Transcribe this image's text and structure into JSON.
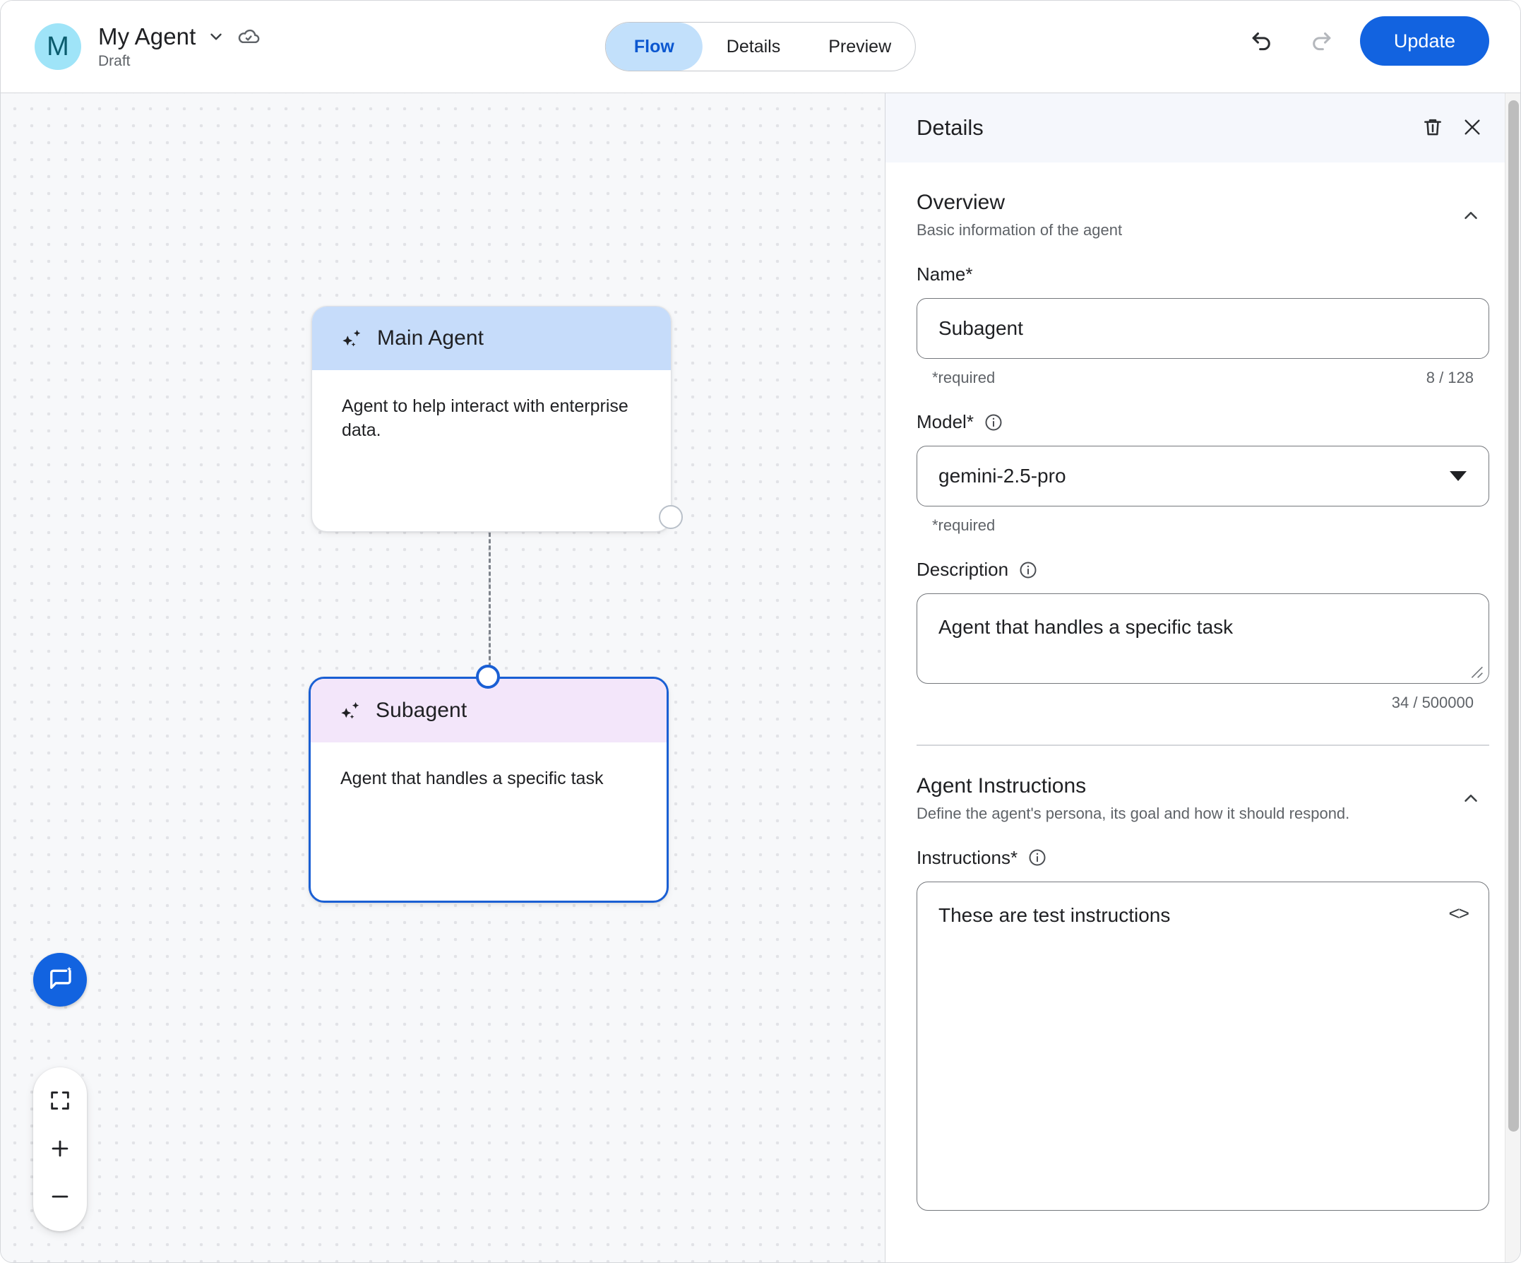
{
  "header": {
    "avatar_initial": "M",
    "agent_name": "My Agent",
    "status": "Draft",
    "dropdown_icon": "chevron-down-icon",
    "cloud_icon": "cloud-saved-icon",
    "tabs": [
      {
        "label": "Flow",
        "active": true
      },
      {
        "label": "Details",
        "active": false
      },
      {
        "label": "Preview",
        "active": false
      }
    ],
    "undo_icon": "undo-icon",
    "redo_icon": "redo-icon",
    "update_label": "Update",
    "accent_color": "#1263e0",
    "active_tab_bg": "#c2e0fb",
    "active_tab_color": "#0b57d0"
  },
  "canvas": {
    "background_color": "#f7f8fa",
    "dot_color": "#e2e3e7",
    "nodes": [
      {
        "title": "Main Agent",
        "description": "Agent to help interact with enterprise data.",
        "header_color": "#c6dcfa",
        "selected": false,
        "icon": "sparkle-icon"
      },
      {
        "title": "Subagent",
        "description": "Agent that handles a specific task",
        "header_color": "#f3e6fa",
        "selected": true,
        "icon": "sparkle-icon"
      }
    ],
    "controls": {
      "assist_icon": "chat-sparkle-icon",
      "fit_icon": "fit-screen-icon",
      "zoom_in_icon": "plus-icon",
      "zoom_out_icon": "minus-icon"
    }
  },
  "panel": {
    "title": "Details",
    "delete_icon": "trash-icon",
    "close_icon": "close-icon",
    "overview": {
      "title": "Overview",
      "subtitle": "Basic information of the agent",
      "collapse_icon": "chevron-up-icon",
      "name": {
        "label": "Name*",
        "value": "Subagent",
        "placeholder": "Name",
        "required_note": "*required",
        "counter": "8 / 128"
      },
      "model": {
        "label": "Model*",
        "info_icon": "info-icon",
        "value": "gemini-2.5-pro",
        "required_note": "*required",
        "caret_icon": "caret-down-icon"
      },
      "description": {
        "label": "Description",
        "info_icon": "info-icon",
        "value": "Agent that handles a specific task",
        "placeholder": "Description",
        "counter": "34 / 500000"
      }
    },
    "instructions_section": {
      "title": "Agent Instructions",
      "subtitle": "Define the agent's persona, its goal and how it should respond.",
      "collapse_icon": "chevron-up-icon",
      "instructions": {
        "label": "Instructions*",
        "info_icon": "info-icon",
        "value": "These are test instructions",
        "placeholder": "Instructions",
        "code_toggle_label": "<>"
      }
    }
  }
}
